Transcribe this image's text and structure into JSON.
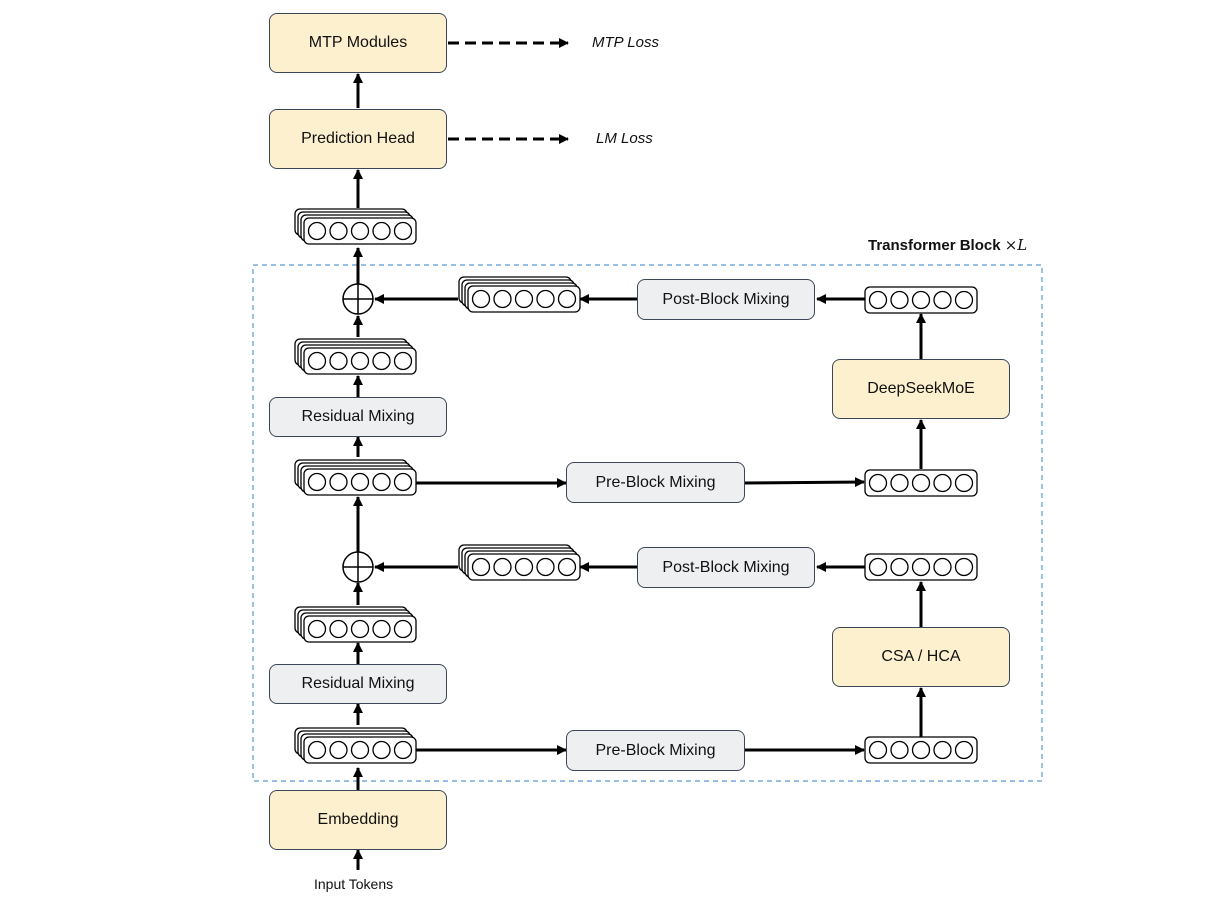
{
  "diagram": {
    "title": "Transformer Block",
    "title_suffix": "×L",
    "nodes": {
      "mtp_modules": "MTP Modules",
      "prediction_head": "Prediction Head",
      "residual_mixing_upper": "Residual Mixing",
      "residual_mixing_lower": "Residual Mixing",
      "pre_block_mixing_upper": "Pre-Block Mixing",
      "pre_block_mixing_lower": "Pre-Block Mixing",
      "post_block_mixing_upper": "Post-Block Mixing",
      "post_block_mixing_lower": "Post-Block Mixing",
      "deepseekmoe": "DeepSeekMoE",
      "csa_hca": "CSA / HCA",
      "embedding": "Embedding"
    },
    "losses": {
      "mtp_loss": "MTP Loss",
      "lm_loss": "LM Loss"
    },
    "input_label": "Input Tokens",
    "colors": {
      "module_fill": "#fdf0cf",
      "mixing_fill": "#eeeff1",
      "border": "#3c4656",
      "dashed_frame": "#5b9bd5",
      "arrow": "#000000"
    }
  }
}
